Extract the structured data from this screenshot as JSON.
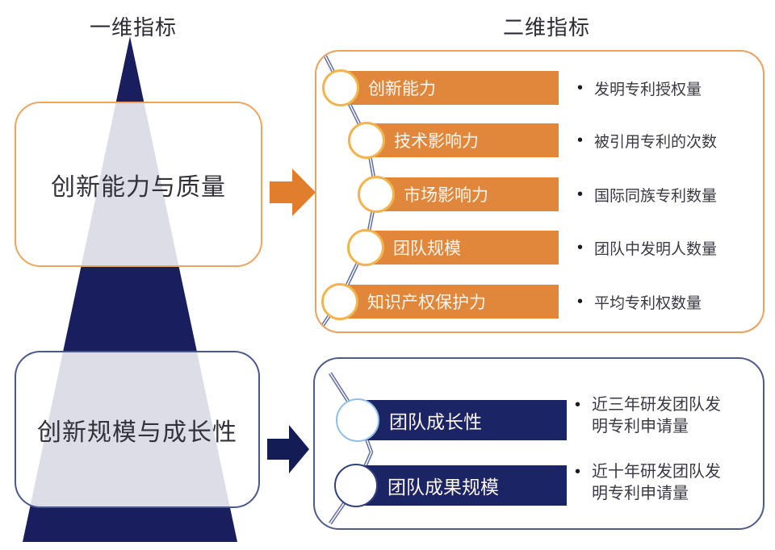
{
  "left_column": {
    "title": "一维指标",
    "box1_label": "创新能力与质量",
    "box2_label": "创新规模与成长性"
  },
  "right_column": {
    "title": "二维指标",
    "bullet_char": "•",
    "panel1_rows": [
      {
        "label": "创新能力",
        "desc": "发明专利授权量"
      },
      {
        "label": "技术影响力",
        "desc": "被引用专利的次数"
      },
      {
        "label": "市场影响力",
        "desc": "国际同族专利数量"
      },
      {
        "label": "团队规模",
        "desc": "团队中发明人数量"
      },
      {
        "label": "知识产权保护力",
        "desc": "平均专利权数量"
      }
    ],
    "panel2_rows": [
      {
        "label": "团队成长性",
        "desc": "近三年研发团队发明专利申请量"
      },
      {
        "label": "团队成果规模",
        "desc": "近十年研发团队发明专利申请量"
      }
    ]
  },
  "colors": {
    "navy_triangle": "#191f5e",
    "navy_bar": "#1b2565",
    "navy_arrow": "#141c55",
    "orange_bar": "#e0873c",
    "orange_arrow": "#e07e2e",
    "orange_panel_border": "#eca05b",
    "orange_box_border": "#eda55e",
    "navy_box_border": "#4a5890",
    "navy_panel_border": "#4f5b8c",
    "rope_line": "#6470a0",
    "circle_gold_border": "#f2b44d",
    "circle_blue_border": "#90bfe7",
    "circle_navy_border": "#31407f"
  }
}
